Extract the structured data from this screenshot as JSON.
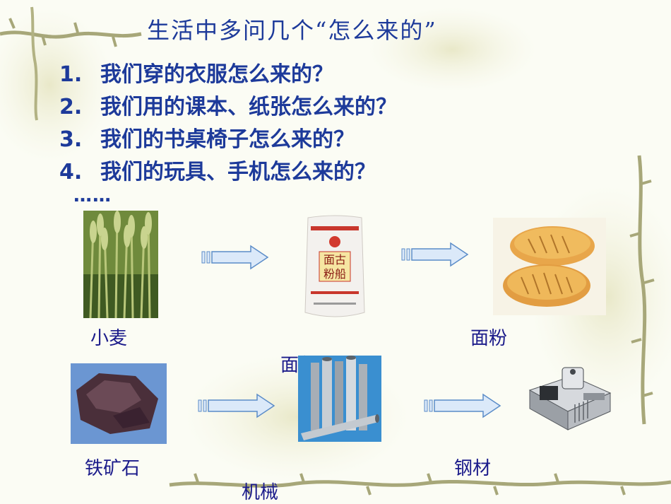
{
  "title": "生活中多问几个“怎么来的”",
  "questions": [
    {
      "num": "1.",
      "text": "我们穿的衣服怎么来的？"
    },
    {
      "num": "2.",
      "text": "我们用的课本、纸张怎么来的？"
    },
    {
      "num": "3.",
      "text": "我们的书桌椅子怎么来的？"
    },
    {
      "num": "4.",
      "text": "我们的玩具、手机怎么来的？"
    }
  ],
  "ellipsis": "……",
  "labels": {
    "wheat": "小麦",
    "flour": "面粉",
    "bread": "面包",
    "iron_ore": "铁矿石",
    "steel": "钢材",
    "machine": "机械"
  },
  "flour_bag": {
    "brand_line1": "面古",
    "brand_line2": "粉船"
  },
  "colors": {
    "text_blue": "#1d3a9a",
    "arrow_fill": "#dbe9f9",
    "arrow_stroke": "#5b8cc8"
  }
}
